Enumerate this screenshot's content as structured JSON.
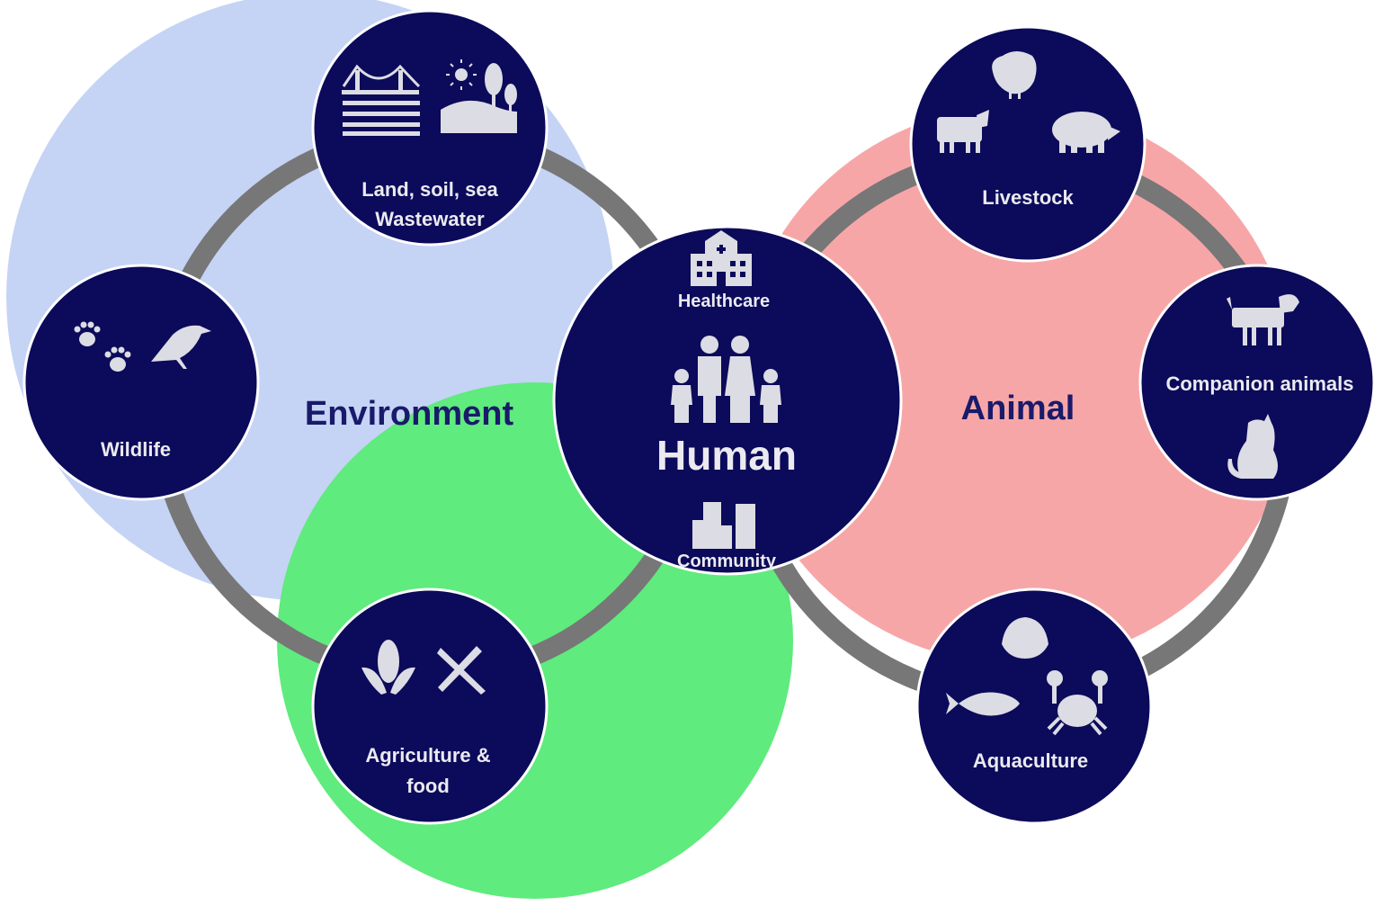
{
  "domains": {
    "environment": {
      "label": "Environment",
      "color": "#c5d3f5"
    },
    "animal": {
      "label": "Animal",
      "color": "#f7a6a8"
    },
    "food": {
      "color": "#5feb7d"
    }
  },
  "colors": {
    "node_fill": "#0c0a5a",
    "ring": "#777777",
    "label_dark": "#1a1a6a",
    "text_light": "#eaeaf0"
  },
  "human": {
    "title": "Human",
    "healthcare": "Healthcare",
    "community": "Community",
    "icons": [
      "hospital-icon",
      "family-icon",
      "city-buildings-icon"
    ]
  },
  "nodes": {
    "land": {
      "line1": "Land, soil, sea",
      "line2": "Wastewater",
      "icons": [
        "bridge-water-icon",
        "sun-landscape-icon"
      ]
    },
    "wildlife": {
      "label": "Wildlife",
      "icons": [
        "paw-prints-icon",
        "bird-icon"
      ]
    },
    "agriculture": {
      "line1": "Agriculture &",
      "line2": "food",
      "icons": [
        "corn-icon",
        "fork-knife-icon"
      ]
    },
    "livestock": {
      "label": "Livestock",
      "icons": [
        "rooster-icon",
        "cow-icon",
        "pig-icon"
      ]
    },
    "companion": {
      "label": "Companion animals",
      "icons": [
        "dog-icon",
        "cat-icon"
      ]
    },
    "aquaculture": {
      "label": "Aquaculture",
      "icons": [
        "shell-icon",
        "fish-icon",
        "crab-icon"
      ]
    }
  }
}
